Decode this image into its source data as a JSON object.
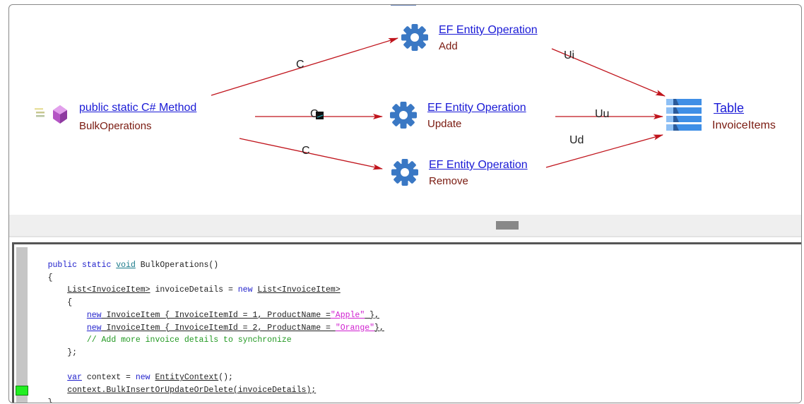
{
  "diagram": {
    "method_node": {
      "title": " public static C# Method",
      "subtitle": "BulkOperations",
      "icon": "method-icon"
    },
    "operation_nodes": [
      {
        "title": "EF Entity Operation",
        "subtitle": "Add",
        "icon": "gear-icon"
      },
      {
        "title": "EF Entity Operation",
        "subtitle": "Update",
        "icon": "gear-icon"
      },
      {
        "title": "EF Entity Operation",
        "subtitle": "Remove",
        "icon": "gear-icon"
      }
    ],
    "table_node": {
      "title": "Table",
      "subtitle": "InvoiceItems",
      "icon": "table-icon"
    },
    "edge_labels": {
      "method_to_add": "C",
      "method_to_update": "C",
      "method_to_remove": "C",
      "add_to_table": "Ui",
      "update_to_table": "Uu",
      "remove_to_table": "Ud"
    },
    "colors": {
      "edge": "#c0141c",
      "link": "#1a1ad6",
      "subtitle": "#7a1a10",
      "gear": "#3a78c4"
    }
  },
  "code": {
    "lines": [
      [
        "public",
        "static",
        "void",
        "BulkOperations()"
      ],
      "{",
      [
        "List<InvoiceItem>",
        "invoiceDetails = ",
        "new",
        "List<InvoiceItem>"
      ],
      "{",
      [
        "new",
        "InvoiceItem { InvoiceItemId = 1, ProductName =",
        "\"Apple\"",
        " },"
      ],
      [
        "new",
        "InvoiceItem { InvoiceItemId = 2, ProductName = ",
        "\"Orange\"",
        "},"
      ],
      "// Add more invoice details to synchronize",
      "};",
      "",
      [
        "var",
        " context = ",
        "new",
        "EntityContext",
        "();"
      ],
      "context.BulkInsertOrUpdateOrDelete(invoiceDetails);",
      "}"
    ]
  }
}
